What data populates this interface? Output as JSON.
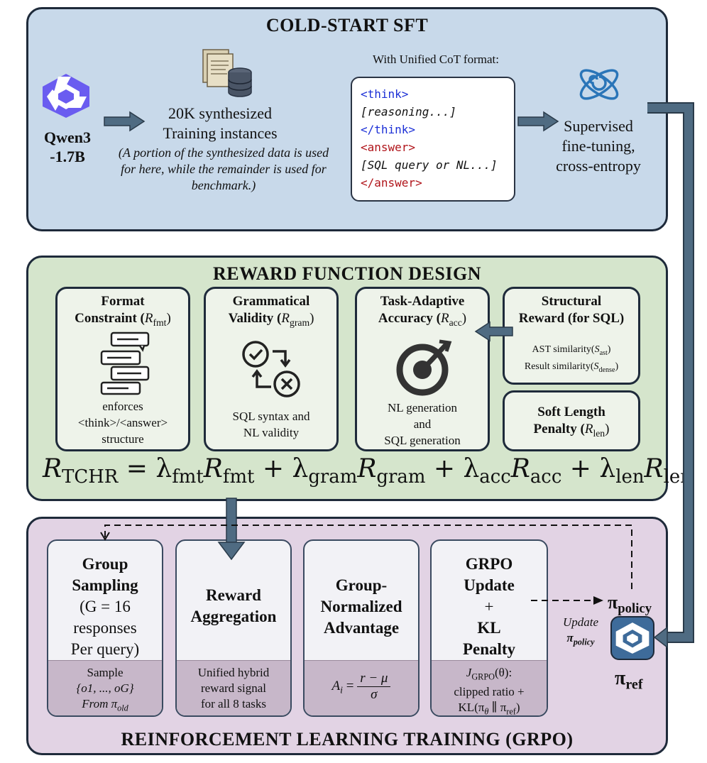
{
  "sft": {
    "title": "COLD-START SFT",
    "model_line1": "Qwen3",
    "model_line2": "-1.7B",
    "data_line1": "20K synthesized",
    "data_line2": "Training instances",
    "note": "(A portion of the synthesized data is used for here, while the remainder is used for benchmark.)",
    "format_label": "With Unified CoT format:",
    "code_lines": [
      "<think>",
      "[reasoning...]",
      "</think>",
      "<answer>",
      "[SQL query or NL...]",
      "</answer>"
    ],
    "sft_line1": "Supervised",
    "sft_line2": "fine-tuning,",
    "sft_line3": "cross-entropy"
  },
  "reward": {
    "title": "REWARD FUNCTION DESIGN",
    "fmt_title1": "Format",
    "fmt_title2": "Constraint (",
    "fmt_sym": "R",
    "fmt_sub": "fmt",
    "fmt_desc1": "enforces",
    "fmt_desc2": "<think>/<answer>",
    "fmt_desc3": "structure",
    "gram_title1": "Grammatical",
    "gram_title2": "Validity (",
    "gram_sub": "gram",
    "gram_desc1": "SQL syntax and",
    "gram_desc2": "NL validity",
    "acc_title1": "Task-Adaptive",
    "acc_title2": "Accuracy (",
    "acc_sub": "acc",
    "acc_desc1": "NL generation",
    "acc_desc2": "and",
    "acc_desc3": "SQL generation",
    "struct_title1": "Structural",
    "struct_title2": "Reward (for SQL)",
    "struct_desc1": "AST similarity(",
    "struct_desc1_sub": "ast",
    "struct_desc2": "Result similarity(",
    "struct_desc2_sub": "dense",
    "len_title1": "Soft Length",
    "len_title2": "Penalty (",
    "len_sub": "len",
    "formula_lhs_sub": "TCHR",
    "formula_subs": [
      "fmt",
      "gram",
      "acc",
      "len"
    ]
  },
  "rl": {
    "title": "REINFORCEMENT LEARNING TRAINING (GRPO)",
    "c1_top": [
      "Group",
      "Sampling"
    ],
    "c1_top_plain": [
      "(G = 16",
      "responses",
      "Per query)"
    ],
    "c1_bot1": "Sample",
    "c1_bot2": "{o1, ..., oG}",
    "c1_bot3": "From π",
    "c1_bot3_sub": "old",
    "c2_top": [
      "Reward",
      "Aggregation"
    ],
    "c2_bot": [
      "Unified hybrid",
      "reward signal",
      "for all 8 tasks"
    ],
    "c3_top": [
      "Group-",
      "Normalized",
      "Advantage"
    ],
    "c3_bot_lhs": "A",
    "c3_bot_num": "r  − μ",
    "c3_bot_den": "σ",
    "c4_top": [
      "GRPO",
      "Update",
      "+",
      "KL",
      "Penalty"
    ],
    "c4_bot1": "J",
    "c4_bot1_sub": "GRPO",
    "c4_bot1_rest": "(θ):",
    "c4_bot2": "clipped ratio +",
    "c4_bot3": "KL(π",
    "c4_bot3_mid": " ∥ π",
    "c4_bot3_sub": "ref",
    "update_label1": "Update",
    "update_label2": "π",
    "update_label2_sub": "policy",
    "pi_policy": "π",
    "pi_policy_sub": "policy",
    "pi_ref": "π",
    "pi_ref_sub": "ref"
  },
  "colors": {
    "sft_bg": "#c8d9ea",
    "reward_bg": "#d5e5cc",
    "rl_bg": "#e2d3e4",
    "arrow": "#4f6b82",
    "qwen": "#6a5cf0"
  }
}
